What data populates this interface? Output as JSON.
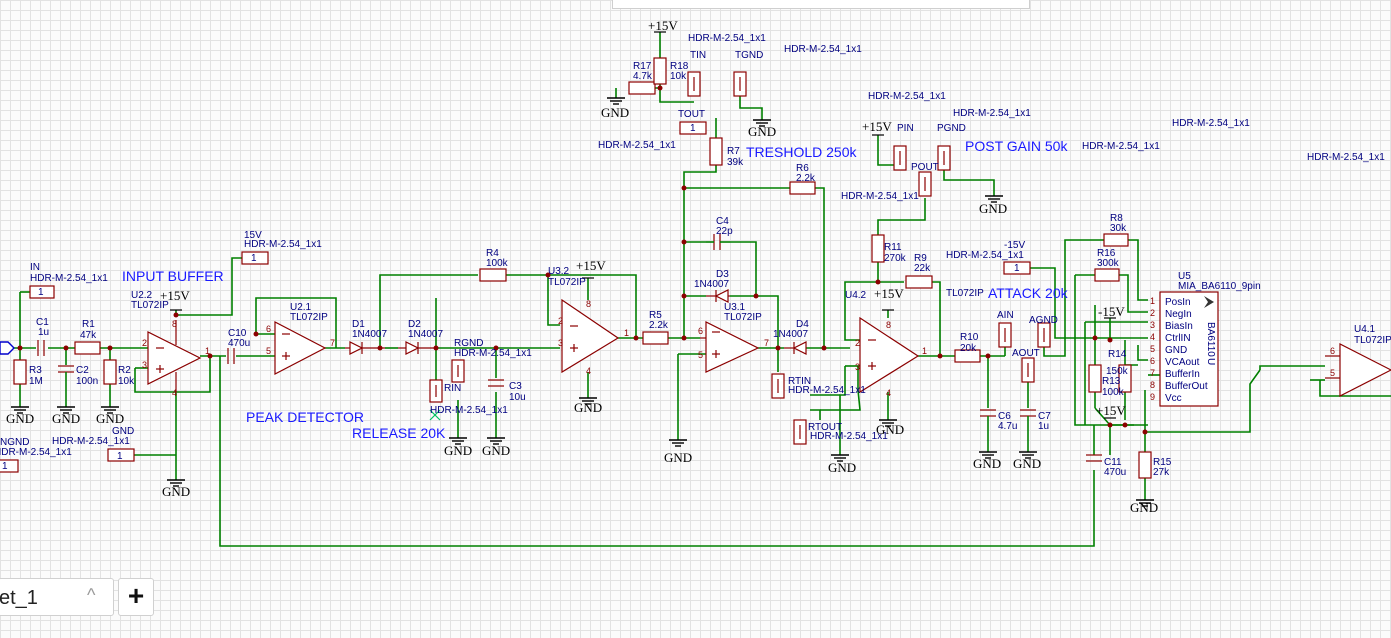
{
  "sheet_tab": {
    "name": "et_1",
    "add_symbol": "+",
    "chevron": "^"
  },
  "headers": {
    "hdr1": "HDR-M-2.54_1x1",
    "hdr2": "HDR-M-2.54_1x1",
    "hdr3": "HDR-M-2.54_1x1",
    "hdr4": "HDR-M-2.54_1x1",
    "hdr5": "HDR-M-2.54_1x1",
    "hdr6": "HDR-M-2.54_1x1",
    "hdr7": "HDR-M-2.54_1x1",
    "hdr8": "HDR-M-2.54_1x1",
    "hdr9": "HDR-M-2.54_1x1",
    "hdr10": "HDR-M-2.54_1x1",
    "hdr11": "HDR-M-2.54_1x1",
    "hdr12": "HDR-M-2.54_1x1",
    "hdr13": "HDR-M-2.54_1x1",
    "hdr14": "HDR-M-2.54_1x1",
    "hdr15": "HDR-M-2.54_1x1",
    "hdr16": "HDR-M-2.54_1x1",
    "hdr17": "HDR-M-2.54_1x1",
    "hdr18": "HDR-M-2.54_1x1"
  },
  "blocks": {
    "input_buffer": "INPUT BUFFER",
    "peak_detector": "PEAK DETECTOR",
    "release": "RELEASE 20K",
    "treshold": "TRESHOLD 250k",
    "post_gain": "POST GAIN 50k",
    "attack": "ATTACK 20k"
  },
  "nets": {
    "in": "IN",
    "ngnd": "NGND",
    "gnd": "GND",
    "v15": "15V",
    "rgnd": "RGND",
    "rin": "RIN",
    "tin": "TIN",
    "tgnd": "TGND",
    "tout": "TOUT",
    "pin": "PIN",
    "pgnd": "PGND",
    "pout": "POUT",
    "rtin": "RTIN",
    "rtout": "RTOUT",
    "ain": "AIN",
    "agnd": "AGND",
    "aout": "AOUT",
    "m15v": "-15V",
    "plus15": "+15V",
    "minus15": "-15V",
    "pin1": "1"
  },
  "components": {
    "C1": {
      "ref": "C1",
      "value": "1u"
    },
    "R1": {
      "ref": "R1",
      "value": "47k"
    },
    "R3": {
      "ref": "R3",
      "value": "1M"
    },
    "C2": {
      "ref": "C2",
      "value": "100n"
    },
    "R2": {
      "ref": "R2",
      "value": "10k"
    },
    "U22": {
      "ref": "U2.2",
      "value": "TL072IP"
    },
    "U21": {
      "ref": "U2.1",
      "value": "TL072IP"
    },
    "C10": {
      "ref": "C10",
      "value": "470u"
    },
    "D1": {
      "ref": "D1",
      "value": "1N4007"
    },
    "D2": {
      "ref": "D2",
      "value": "1N4007"
    },
    "R4": {
      "ref": "R4",
      "value": "100k"
    },
    "C3": {
      "ref": "C3",
      "value": "10u"
    },
    "U32": {
      "ref": "U3.2",
      "value": "TL072IP"
    },
    "R5": {
      "ref": "R5",
      "value": "2.2k"
    },
    "R17": {
      "ref": "R17",
      "value": "4.7k"
    },
    "R18": {
      "ref": "R18",
      "value": "10k"
    },
    "R7": {
      "ref": "R7",
      "value": "39k"
    },
    "R6": {
      "ref": "R6",
      "value": "2.2k"
    },
    "C4": {
      "ref": "C4",
      "value": "22p"
    },
    "D3": {
      "ref": "D3",
      "value": "1N4007"
    },
    "U31": {
      "ref": "U3.1",
      "value": "TL072IP"
    },
    "D4": {
      "ref": "D4",
      "value": "1N4007"
    },
    "R11": {
      "ref": "R11",
      "value": "270k"
    },
    "R9": {
      "ref": "R9",
      "value": "22k"
    },
    "U42": {
      "ref": "U4.2",
      "value": "TL072IP"
    },
    "R10": {
      "ref": "R10",
      "value": "20k"
    },
    "C6": {
      "ref": "C6",
      "value": "4.7u"
    },
    "C7": {
      "ref": "C7",
      "value": "1u"
    },
    "R8": {
      "ref": "R8",
      "value": "30k"
    },
    "R16": {
      "ref": "R16",
      "value": "300k"
    },
    "R14": {
      "ref": "R14",
      "value": "150k"
    },
    "R13": {
      "ref": "R13",
      "value": "100k"
    },
    "C11": {
      "ref": "C11",
      "value": "470u"
    },
    "R15": {
      "ref": "R15",
      "value": "27k"
    },
    "U5": {
      "ref": "U5",
      "value": "MIA_BA6110_9pin",
      "body": "BA6110",
      "pins": [
        "PosIn",
        "NegIn",
        "BiasIn",
        "CtrlIN",
        "GND",
        "VCAout",
        "BufferIn",
        "BufferOut",
        "Vcc"
      ],
      "pin_nums": [
        "1",
        "2",
        "3",
        "4",
        "5",
        "6",
        "7",
        "8",
        "9"
      ],
      "suffix": "U"
    },
    "U41": {
      "ref": "U4.1",
      "value": "TL072IP"
    }
  },
  "opamp_pins": {
    "p1": "1",
    "p2": "2",
    "p3": "3",
    "p4": "4",
    "p5": "5",
    "p6": "6",
    "p7": "7",
    "p8": "8"
  },
  "colors": {
    "wire": "#008000",
    "part": "#8b0000",
    "label": "#000080",
    "block": "#1a1aff",
    "grid": "#e2e2e2"
  }
}
